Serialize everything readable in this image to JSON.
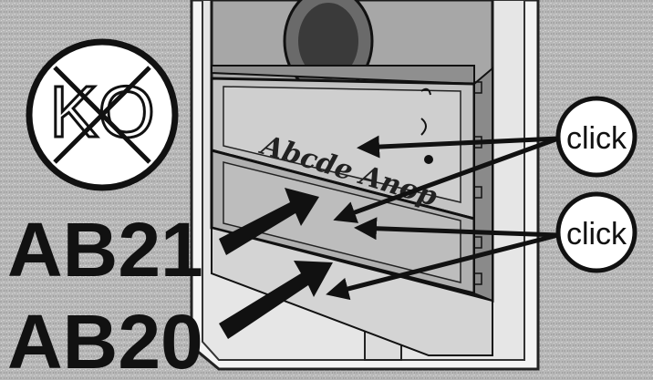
{
  "labels": {
    "ko_symbol": "KO",
    "click_top": "click",
    "click_bottom": "click",
    "code_upper": "AB21",
    "code_lower": "AB20",
    "nameplate_text": "Abcde Anop"
  },
  "colors": {
    "wall": "#b9b9b9",
    "frame": "#f2f2f2",
    "panel": "#a9a9a9",
    "arrow": "#111111",
    "bubble_fill": "#ffffff"
  }
}
